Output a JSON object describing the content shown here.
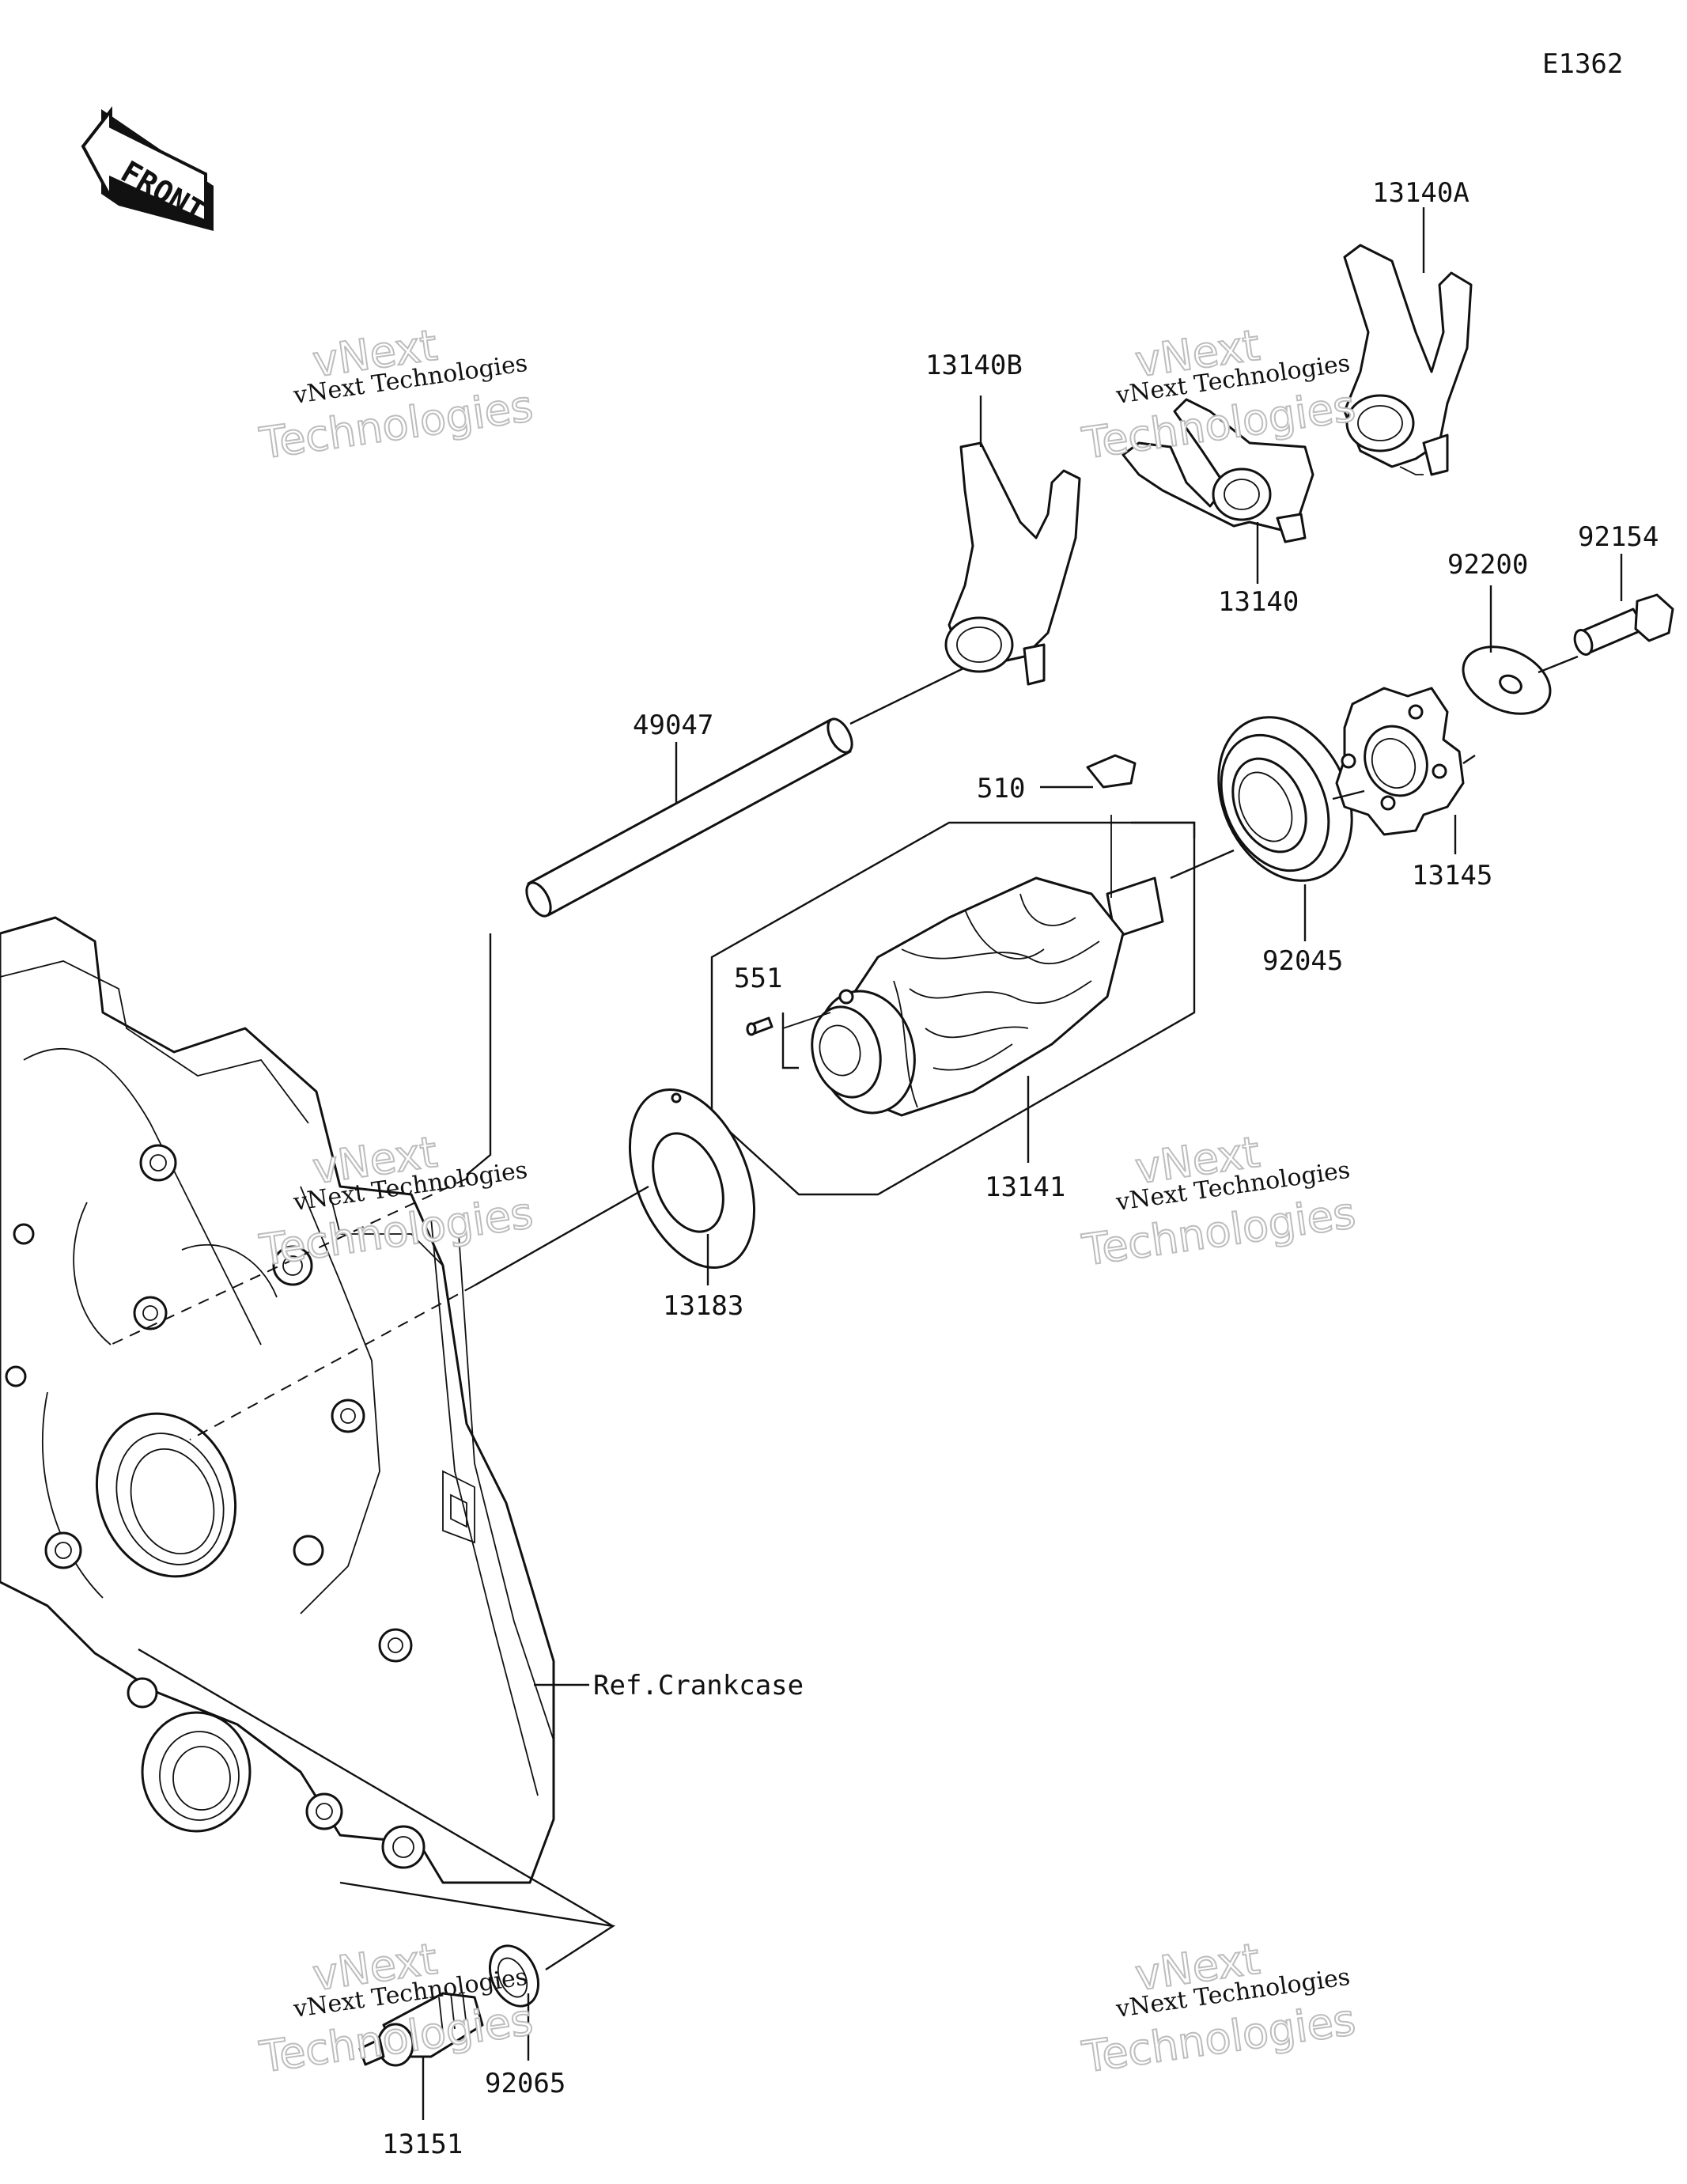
{
  "diagram_id": "E1362",
  "front_label": "FRONT",
  "watermark": {
    "line1": "vNext Technologies",
    "line2": "vNext",
    "line3": "Technologies"
  },
  "labels": {
    "p13140A": "13140A",
    "p13140B": "13140B",
    "p13140": "13140",
    "p92200": "92200",
    "p92154": "92154",
    "p49047": "49047",
    "p510": "510",
    "p551": "551",
    "p13145": "13145",
    "p92045": "92045",
    "p13141": "13141",
    "p13183": "13183",
    "ref_crankcase": "Ref.Crankcase",
    "p92065": "92065",
    "p13151": "13151"
  }
}
